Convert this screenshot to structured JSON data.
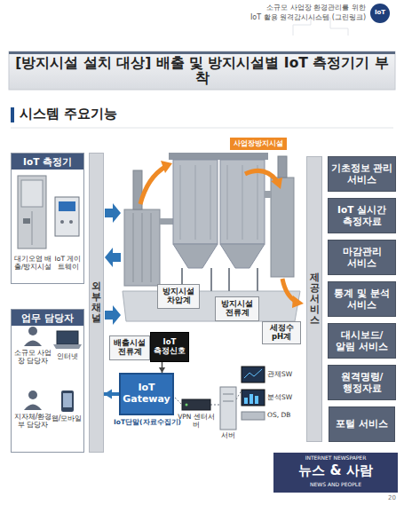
{
  "diagram": {
    "title": "[방지시설 설치 대상] 배출 및 방지시설별 IoT 측정기기 부착",
    "nodes": [
      {
        "text": [
          "IoT 측정기"
        ]
      },
      {
        "text": [
          "업무 담당자"
        ]
      },
      {
        "text": [
          "외부채널"
        ]
      },
      {
        "text": [
          "배출시설 전류계"
        ]
      },
      {
        "text": [
          "IoT 측정신호"
        ]
      },
      {
        "text": [
          "방지시설 차압계"
        ]
      },
      {
        "text": [
          "방지시설 전류계"
        ]
      },
      {
        "text": [
          "세정수 pH계"
        ]
      },
      {
        "text": [
          "사업장방지시설"
        ]
      },
      {
        "text": [
          "IoT Gateway"
        ]
      },
      {
        "text": [
          "제공 서비스"
        ]
      },
      {
        "text": [
          "기초정보 관리 서비스"
        ]
      },
      {
        "text": [
          "IoT 실시간 측정자료"
        ]
      },
      {
        "text": [
          "마감관리 서비스"
        ]
      },
      {
        "text": [
          "통계 및 분석 서비스"
        ]
      },
      {
        "text": [
          "대시보드/ 알림 서비스"
        ]
      },
      {
        "text": [
          "원격명령/ 행정자료"
        ]
      },
      {
        "text": [
          "포털 서비스"
        ]
      }
    ],
    "edges": [
      {
        "from": 4,
        "to": 9,
        "arrow": "to"
      },
      {
        "from": 9,
        "to": 2,
        "arrow": "to"
      }
    ],
    "labels": [
      "소규모 사업장 환경관리를 위한",
      "IoT 활용 원격감시시스템 (그린링크)",
      "IoT",
      "시스템 주요기능",
      "대기오염 배출/방지시설",
      "IoT 게이트웨이",
      "소규모 사업장 담당자",
      "인터넷",
      "지자체/환경부 담당자",
      "웹/모바일",
      "IoT단말(자료수집기)",
      "VPN 센터서버",
      "서버",
      "관제SW",
      "분석SW",
      "OS, DB",
      "INTERNET NEWSPAPER",
      "뉴스 & 사람",
      "NEWS AND PEOPLE",
      "20"
    ]
  }
}
